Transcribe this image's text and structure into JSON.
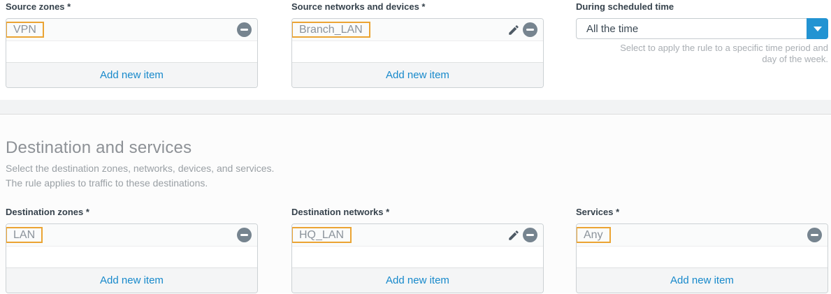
{
  "labels": {
    "add_item": "Add new item"
  },
  "top": {
    "source_zones": {
      "label": "Source zones *",
      "item": "VPN"
    },
    "source_networks": {
      "label": "Source networks and devices *",
      "item": "Branch_LAN"
    },
    "schedule": {
      "label": "During scheduled time",
      "value": "All the time",
      "help_line1": "Select to apply the rule to a specific time period and",
      "help_line2": "day of the week."
    }
  },
  "section": {
    "title": "Destination and services",
    "description_line1": "Select the destination zones, networks, devices, and services.",
    "description_line2": "The rule applies to traffic to these destinations."
  },
  "bottom": {
    "destination_zones": {
      "label": "Destination zones *",
      "item": "LAN"
    },
    "destination_networks": {
      "label": "Destination networks *",
      "item": "HQ_LAN"
    },
    "services": {
      "label": "Services *",
      "item": "Any"
    }
  },
  "colors": {
    "accent_blue": "#1789cb",
    "dropdown_button_blue": "#2293d2",
    "tag_highlight_border": "#eba433",
    "label_dark": "#36424c",
    "icon_gray": "#76848f",
    "section_text_gray": "#8d9196"
  }
}
